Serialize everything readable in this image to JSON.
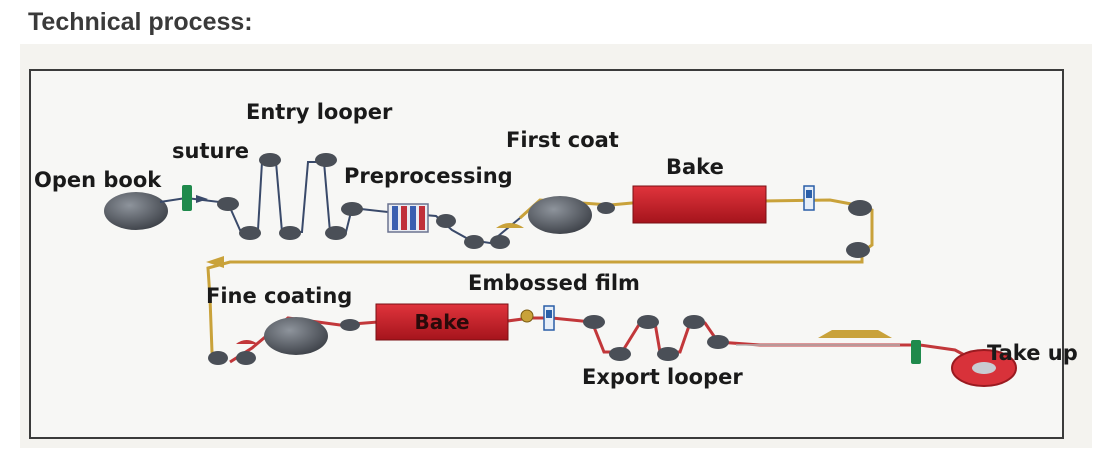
{
  "page": {
    "title": "Technical process:"
  },
  "labels": {
    "open_book": "Open book",
    "suture": "suture",
    "entry_looper": "Entry looper",
    "preprocessing": "Preprocessing",
    "first_coat": "First coat",
    "bake_top": "Bake",
    "fine_coating": "Fine coating",
    "embossed_film": "Embossed film",
    "bake_bottom": "Bake",
    "export_looper": "Export looper",
    "take_up": "Take up"
  },
  "colors": {
    "web_upper": "#c9a23a",
    "web_lower": "#c2373a",
    "oven": "#c8202a",
    "roller": "#4a4f57",
    "stitcher": "#1f8a4c",
    "take_up_reel": "#d8323a"
  }
}
